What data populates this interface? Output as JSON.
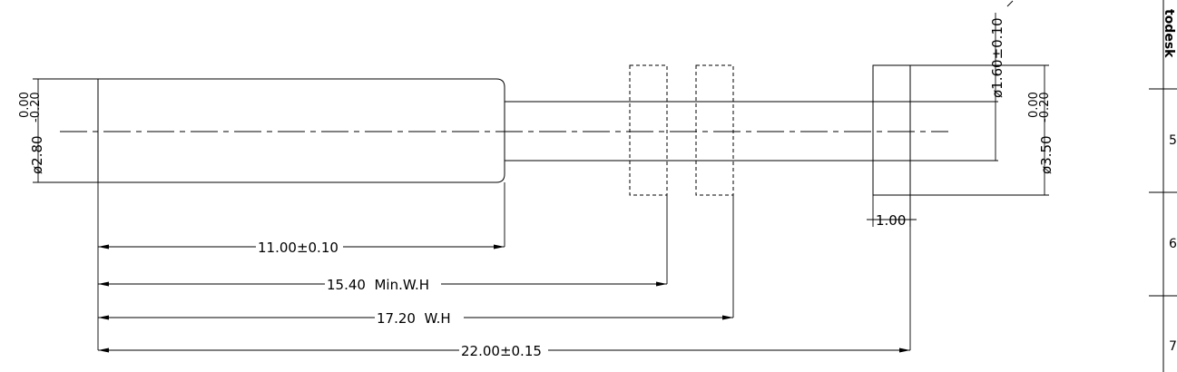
{
  "drawing": {
    "dimensions": {
      "len_11": "11.00±0.10",
      "len_15": "15.40  Min.W.H",
      "len_17": "17.20  W.H",
      "len_22": "22.00±0.15",
      "dia_280": "ø2.80",
      "dia_280_tol_upper": "0.00",
      "dia_280_tol_lower": "-0.20",
      "dia_160": "ø1.60±0.10",
      "dia_350": "ø3.50",
      "dia_350_tol_upper": "0.00",
      "dia_350_tol_lower": "-0.20",
      "len_100": "1.00"
    },
    "title_block": {
      "brand": "todesk",
      "row_5": "5",
      "row_6": "6",
      "row_7": "7"
    }
  }
}
